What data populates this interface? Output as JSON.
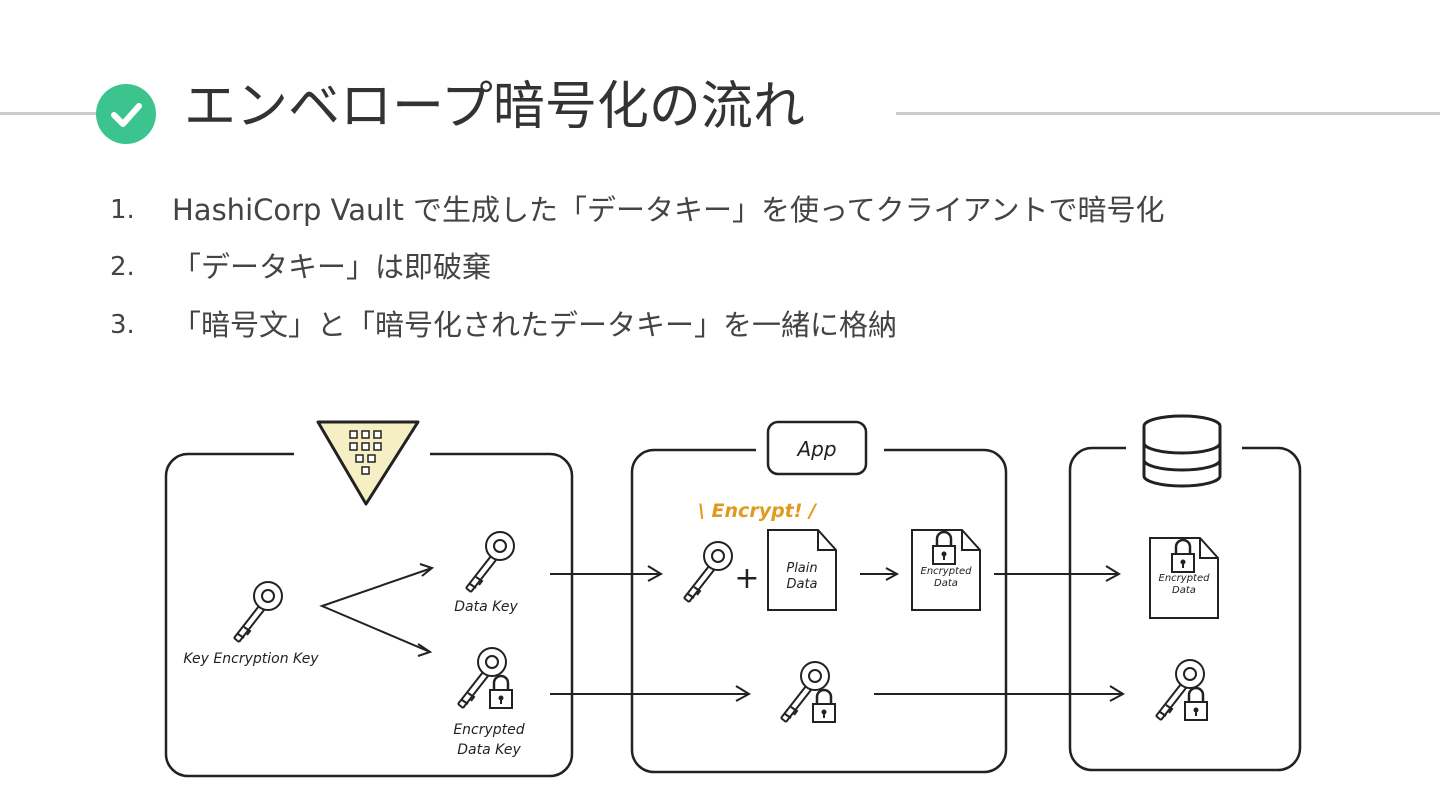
{
  "slide": {
    "title": "エンベロープ暗号化の流れ",
    "steps": [
      {
        "number": "1.",
        "text": "HashiCorp Vault で生成した「データキー」を使ってクライアントで暗号化"
      },
      {
        "number": "2.",
        "text": "「データキー」は即破棄"
      },
      {
        "number": "3.",
        "text": "「暗号文」と「暗号化されたデータキー」を一緒に格納"
      }
    ]
  },
  "diagram": {
    "vault_panel": {
      "kek_label": "Key Encryption Key",
      "data_key_label": "Data Key",
      "encrypted_data_key_label_line1": "Encrypted",
      "encrypted_data_key_label_line2": "Data Key"
    },
    "app_panel": {
      "tag": "App",
      "encrypt_label": "\\ Encrypt! /",
      "plus": "+",
      "plain_data_line1": "Plain",
      "plain_data_line2": "Data",
      "encrypted_data_line1": "Encrypted",
      "encrypted_data_line2": "Data"
    },
    "storage_panel": {
      "encrypted_data_line1": "Encrypted",
      "encrypted_data_line2": "Data"
    },
    "colors": {
      "accent_green": "#3cc48e",
      "encrypt_orange": "#e09b1e",
      "vault_yellow": "#f6efc4",
      "ink": "#222222"
    }
  }
}
